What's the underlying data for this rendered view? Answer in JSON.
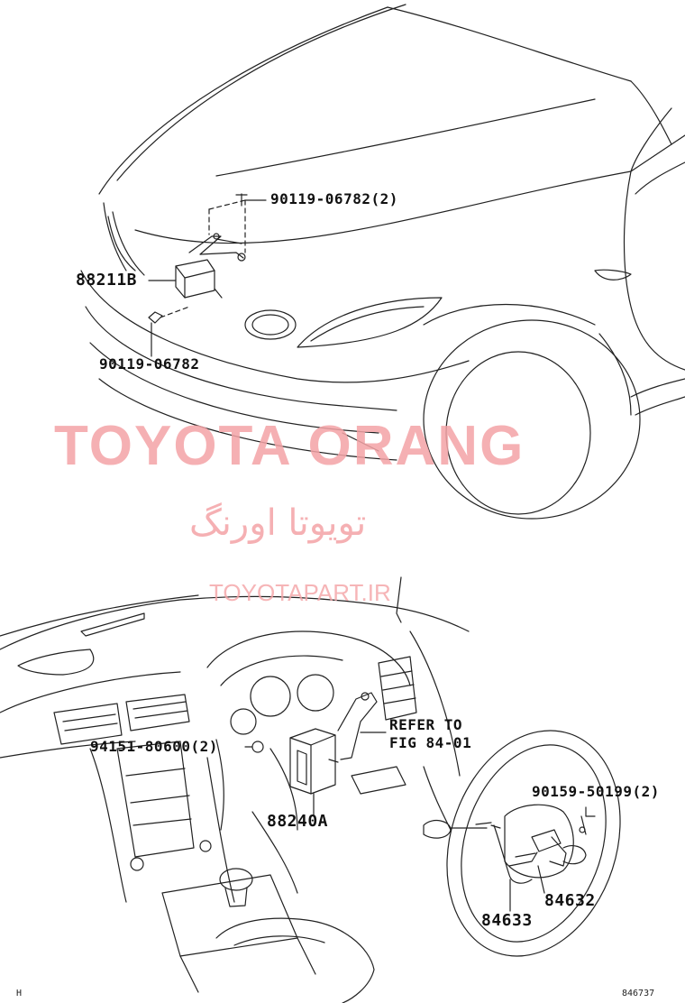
{
  "parts": {
    "bolt_top": "90119-06782(2)",
    "sensor": "88211B",
    "bolt_bottom": "90119-06782",
    "nut": "94151-80600(2)",
    "computer": "88240A",
    "refer_line1": "REFER TO",
    "refer_line2": "FIG 84-01",
    "screw": "90159-50199(2)",
    "switch": "84632",
    "wire": "84633"
  },
  "watermark": {
    "brand": "TOYOTA ORANG",
    "brand_fa": "تویوتا اورنگ",
    "url": "TOYOTAPART.IR"
  },
  "footer": {
    "left_code": "H",
    "figure_id": "846737"
  },
  "colors": {
    "line": "#222222",
    "watermark": "#f4a3a6"
  }
}
